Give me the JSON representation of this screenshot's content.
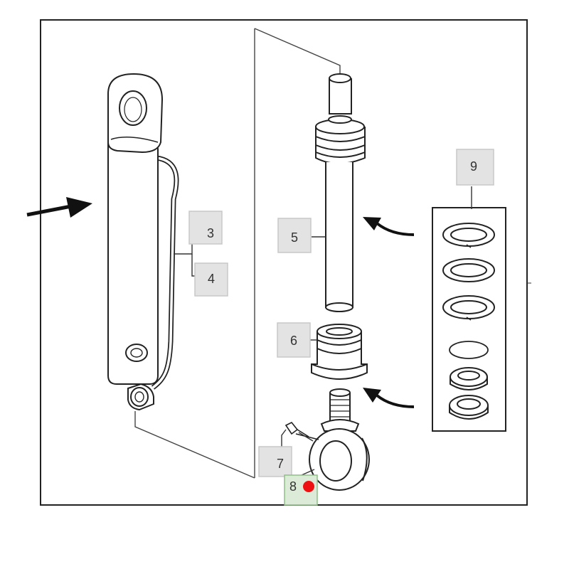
{
  "diagram": {
    "callouts": [
      {
        "id": "3",
        "text": "3",
        "highlighted": false
      },
      {
        "id": "4",
        "text": "4",
        "highlighted": false
      },
      {
        "id": "5",
        "text": "5",
        "highlighted": false
      },
      {
        "id": "6",
        "text": "6",
        "highlighted": false
      },
      {
        "id": "7",
        "text": "7",
        "highlighted": false
      },
      {
        "id": "8",
        "text": "8",
        "highlighted": true
      },
      {
        "id": "9",
        "text": "9",
        "highlighted": false
      }
    ],
    "colors": {
      "line": "#222222",
      "label_box": "#e3e3e3",
      "label_box_border": "#c8c8c8",
      "highlight_box": "#dcebd8",
      "highlight_border": "#8fbf86",
      "marker": "#ee1111"
    },
    "icons": [
      "arrow-icon",
      "selected-marker-icon"
    ]
  }
}
